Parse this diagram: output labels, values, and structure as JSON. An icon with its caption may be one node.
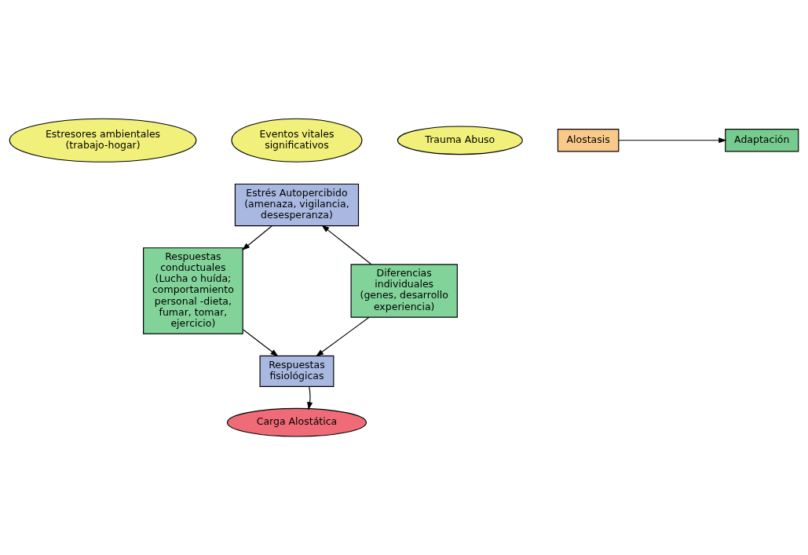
{
  "diagram": {
    "nodes": [
      {
        "text": [
          "Estresores ambientales",
          "(trabajo-hogar)"
        ]
      },
      {
        "text": [
          "Eventos vitales significativos"
        ]
      },
      {
        "text": [
          "Trauma Abuso"
        ]
      },
      {
        "text": [
          "Estrés Autopercibido",
          "(amenaza, vigilancia, desesperanza)"
        ]
      },
      {
        "text": [
          "Diferencias individuales",
          "(genes, desarrollo experiencia)"
        ]
      },
      {
        "text": [
          "Respuestas conductuales",
          "(Lucha o huída; comportamiento personal -dieta, fumar, tomar, ejercicio)"
        ]
      },
      {
        "text": [
          "Respuestas fisiológicas"
        ]
      },
      {
        "text": [
          "Alostasis"
        ]
      },
      {
        "text": [
          "Adaptación"
        ]
      },
      {
        "text": [
          "Carga Alostática"
        ]
      }
    ],
    "edges": [
      {
        "from": 4,
        "to": 3,
        "arrow": "to"
      },
      {
        "from": 3,
        "to": 5,
        "arrow": "to"
      },
      {
        "from": 4,
        "to": 6,
        "arrow": "to"
      },
      {
        "from": 5,
        "to": 6,
        "arrow": "to"
      },
      {
        "from": 7,
        "to": 8,
        "arrow": "to"
      },
      {
        "from": 6,
        "to": 9,
        "arrow": "to"
      }
    ]
  }
}
